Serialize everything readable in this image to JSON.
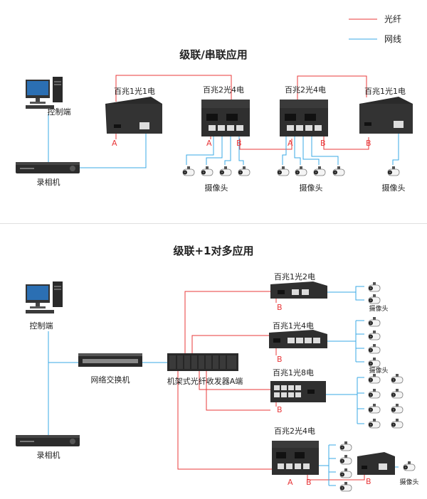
{
  "legend": {
    "fiber": "光纤",
    "network": "网线",
    "fiber_color": "#e8383a",
    "network_color": "#3aa9e6"
  },
  "section1": {
    "title": "级联/串联应用",
    "control_pc": "控制端",
    "nvr": "录相机",
    "converter1": "百兆1光1电",
    "converter2": "百兆2光4电",
    "converter3": "百兆2光4电",
    "converter4": "百兆1光1电",
    "camera_group1": "摄像头",
    "camera_group2": "摄像头",
    "camera_group3": "摄像头",
    "port_a": "A",
    "port_b": "B"
  },
  "section2": {
    "title": "级联+1对多应用",
    "control_pc": "控制端",
    "switch": "网络交换机",
    "nvr": "录相机",
    "rack": "机架式光纤收发器A端",
    "conv_1o2e": "百兆1光2电",
    "conv_1o4e": "百兆1光4电",
    "conv_1o8e": "百兆1光8电",
    "conv_2o4e": "百兆2光4电",
    "camera": "摄像头",
    "port_a": "A",
    "port_b": "B"
  }
}
